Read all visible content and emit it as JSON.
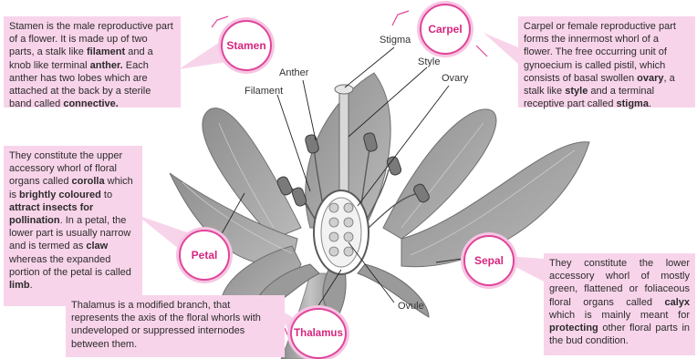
{
  "colors": {
    "box_bg": "#f8d4ea",
    "accent": "#e0459a",
    "bubble_text": "#d6267f"
  },
  "bubbles": {
    "stamen": "Stamen",
    "carpel": "Carpel",
    "petal": "Petal",
    "sepal": "Sepal",
    "thalamus": "Thalamus"
  },
  "part_labels": {
    "stigma": "Stigma",
    "style": "Style",
    "anther": "Anther",
    "ovary": "Ovary",
    "filament": "Filament",
    "ovule": "Ovule"
  },
  "descriptions": {
    "stamen": [
      {
        "t": "Stamen is the male reproductive part of a flower. It is made up of two parts, a stalk like "
      },
      {
        "t": "filament",
        "b": true
      },
      {
        "t": " and a knob like terminal "
      },
      {
        "t": "anther.",
        "b": true
      },
      {
        "t": " Each anther has two lobes which are attached at the back by a sterile band called "
      },
      {
        "t": "connective.",
        "b": true
      }
    ],
    "carpel": [
      {
        "t": "Carpel or female reproductive part forms the innermost whorl of a flower. The free occurring unit of gynoecium is called pistil, which consists of basal swollen "
      },
      {
        "t": "ovary",
        "b": true
      },
      {
        "t": ", a stalk like "
      },
      {
        "t": "style",
        "b": true
      },
      {
        "t": " and a terminal receptive part called "
      },
      {
        "t": "stigma",
        "b": true
      },
      {
        "t": "."
      }
    ],
    "petal": [
      {
        "t": "They constitute the upper accessory whorl of floral organs called "
      },
      {
        "t": "corolla",
        "b": true
      },
      {
        "t": " which is "
      },
      {
        "t": "brightly coloured",
        "b": true
      },
      {
        "t": " to "
      },
      {
        "t": "attract insects for pollination",
        "b": true
      },
      {
        "t": ". In a petal, the lower part is usually narrow and is termed as "
      },
      {
        "t": "claw",
        "b": true
      },
      {
        "t": " whereas the expanded portion of the petal is called "
      },
      {
        "t": "limb",
        "b": true
      },
      {
        "t": "."
      }
    ],
    "sepal": [
      {
        "t": "They constitute the lower accessory whorl of mostly green, flattened or foliaceous floral organs called "
      },
      {
        "t": "calyx",
        "b": true
      },
      {
        "t": " which is mainly meant for "
      },
      {
        "t": "protecting",
        "b": true
      },
      {
        "t": " other floral parts in the bud condition."
      }
    ],
    "thalamus": [
      {
        "t": "Thalamus is a modified branch, that represents the axis of the floral whorls with undeveloped or suppressed internodes between them."
      }
    ]
  }
}
